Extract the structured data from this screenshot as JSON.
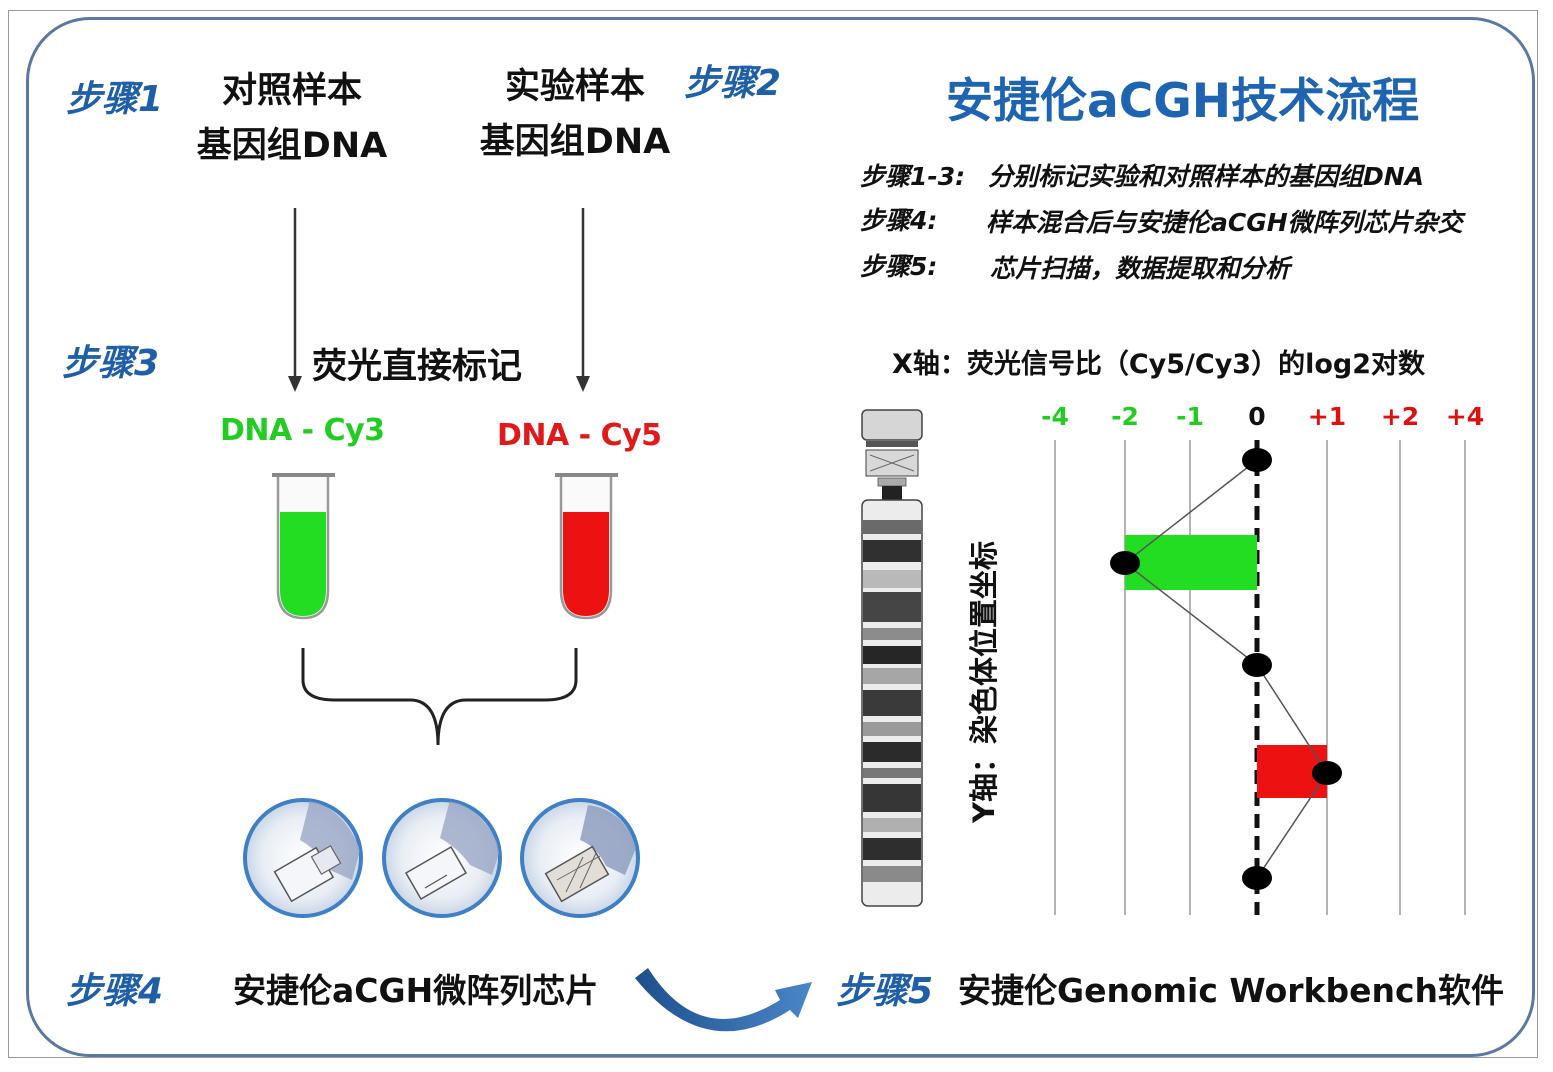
{
  "title": "安捷伦aCGH技术流程",
  "steps": {
    "s1": "步骤1",
    "s2": "步骤2",
    "s3": "步骤3",
    "s4": "步骤4",
    "s5": "步骤5"
  },
  "samples": {
    "control_line1": "对照样本",
    "control_line2": "基因组DNA",
    "test_line1": "实验样本",
    "test_line2": "基因组DNA"
  },
  "labeling": "荧光直接标记",
  "dyes": {
    "cy3": "DNA - Cy3",
    "cy5": "DNA - Cy5"
  },
  "microarray_label": "安捷伦aCGH微阵列芯片",
  "software_label": "安捷伦Genomic Workbench软件",
  "descriptions": [
    {
      "key": "步骤1-3:",
      "text": "分别标记实验和对照样本的基因组DNA"
    },
    {
      "key": "步骤4:",
      "text": "样本混合后与安捷伦aCGH微阵列芯片杂交"
    },
    {
      "key": "步骤5:",
      "text": "芯片扫描，数据提取和分析"
    }
  ],
  "colors": {
    "step_blue": "#1f5fa8",
    "title_blue": "#1f64b0",
    "frame_border": "#5a78a2",
    "green": "#22dd22",
    "red": "#ee1111",
    "arrow_blue": "#2f6fb6"
  },
  "chart_data": {
    "type": "line",
    "xlabel": "X轴：荧光信号比（Cy5/Cy3）的log2对数",
    "ylabel": "Y轴：染色体位置坐标",
    "x_ticks": [
      "-4",
      "-2",
      "-1",
      "0",
      "+1",
      "+2",
      "+4"
    ],
    "x_tick_colors": [
      "#22cc22",
      "#22cc22",
      "#22cc22",
      "#111111",
      "#dd1111",
      "#dd1111",
      "#dd1111"
    ],
    "points": [
      {
        "x": "0"
      },
      {
        "x": "-2"
      },
      {
        "x": "0"
      },
      {
        "x": "+1"
      },
      {
        "x": "0"
      }
    ],
    "bars": [
      {
        "from": "-2",
        "to": "0",
        "color": "#22dd22"
      },
      {
        "from": "0",
        "to": "+1",
        "color": "#ee1111"
      }
    ]
  },
  "icons": [
    "down-arrow-icon",
    "test-tube-icon",
    "brace-icon",
    "microarray-chip-icon",
    "curved-arrow-icon",
    "chromosome-icon"
  ]
}
